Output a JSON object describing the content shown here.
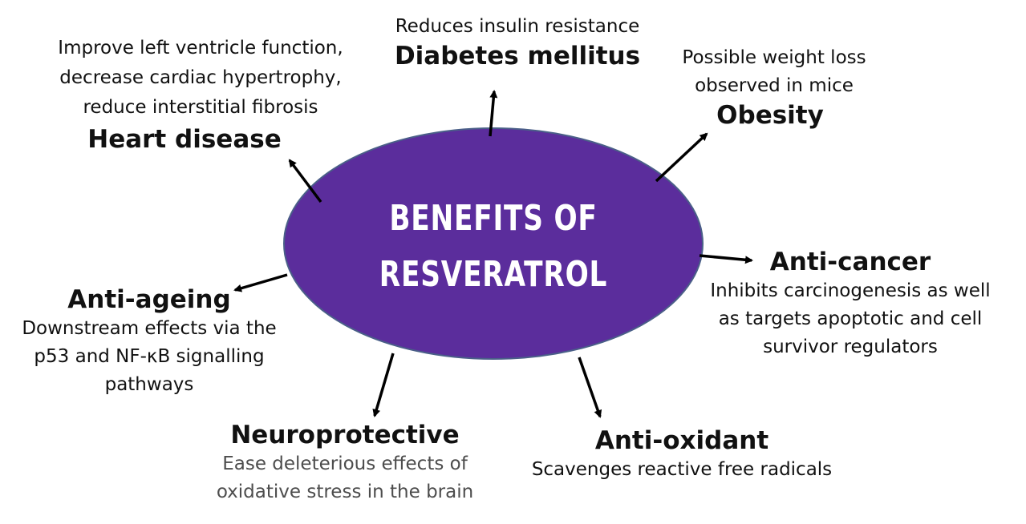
{
  "center": {
    "line1": "BENEFITS OF",
    "line2": "RESVERATROL",
    "fill_color": "#5b2d9c"
  },
  "nodes": {
    "heart": {
      "desc": [
        "Improve left ventricle function,",
        "decrease cardiac hypertrophy,",
        "reduce interstitial fibrosis"
      ],
      "heading": "Heart disease"
    },
    "diabetes": {
      "desc": [
        "Reduces insulin resistance"
      ],
      "heading": "Diabetes mellitus"
    },
    "obesity": {
      "desc": [
        "Possible weight loss",
        "observed in mice"
      ],
      "heading": "Obesity"
    },
    "anticancer": {
      "heading": "Anti-cancer",
      "desc": [
        "Inhibits carcinogenesis as well",
        "as targets apoptotic and cell",
        "survivor regulators"
      ]
    },
    "ageing": {
      "heading": "Anti-ageing",
      "desc": [
        "Downstream effects via the",
        "p53 and NF-κB signalling",
        "pathways"
      ]
    },
    "neuro": {
      "heading": "Neuroprotective",
      "desc": [
        "Ease deleterious effects of",
        "oxidative stress in the brain"
      ]
    },
    "oxidant": {
      "heading": "Anti-oxidant",
      "desc": [
        "Scavenges reactive free radicals"
      ]
    }
  }
}
